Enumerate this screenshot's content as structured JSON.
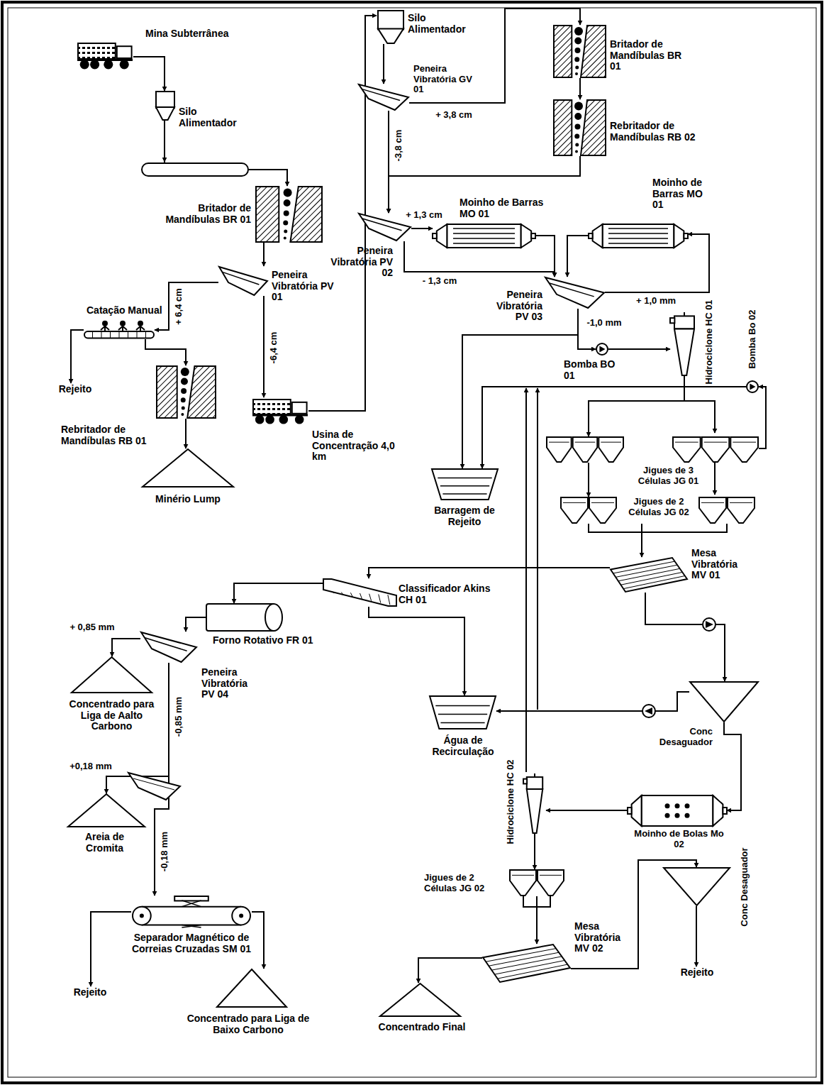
{
  "diagram": {
    "nodes": [
      {
        "text": [
          "Mina Subterrânea"
        ]
      },
      {
        "text": [
          "Silo Alimentador"
        ]
      },
      {
        "text": [
          "Britador de Mandíbulas BR 01"
        ]
      },
      {
        "text": [
          "Peneira Vibratória PV 01"
        ]
      },
      {
        "text": [
          "Catação Manual"
        ]
      },
      {
        "text": [
          "Rejeito"
        ]
      },
      {
        "text": [
          "Rebritador de Mandíbulas RB 01"
        ]
      },
      {
        "text": [
          "Minério Lump"
        ]
      },
      {
        "text": [
          "Usina de Concentração 4,0 km"
        ]
      },
      {
        "text": [
          "Silo Alimentador"
        ]
      },
      {
        "text": [
          "Peneira Vibratória GV 01"
        ]
      },
      {
        "text": [
          "Britador de Mandíbulas BR 01"
        ]
      },
      {
        "text": [
          "Rebritador de Mandíbulas RB 02"
        ]
      },
      {
        "text": [
          "Peneira Vibratória PV 02"
        ]
      },
      {
        "text": [
          "Moinho de Barras MO 01"
        ]
      },
      {
        "text": [
          "Moinho de Barras MO 01"
        ]
      },
      {
        "text": [
          "Peneira Vibratória PV 03"
        ]
      },
      {
        "text": [
          "Bomba BO 01"
        ]
      },
      {
        "text": [
          "Hidrociclone HC 01"
        ]
      },
      {
        "text": [
          "Bomba Bo 02"
        ]
      },
      {
        "text": [
          "Barragem de Rejeito"
        ]
      },
      {
        "text": [
          "Jigues de 3 Células JG 01"
        ]
      },
      {
        "text": [
          "Jigues de 2 Células JG 02"
        ]
      },
      {
        "text": [
          "Mesa Vibratória MV 01"
        ]
      },
      {
        "text": [
          "Classificador Akins CH 01"
        ]
      },
      {
        "text": [
          "Forno Rotativo FR 01"
        ]
      },
      {
        "text": [
          "Peneira Vibratória PV 04"
        ]
      },
      {
        "text": [
          "Concentrado para Liga de Aalto Carbono"
        ]
      },
      {
        "text": [
          "Areia de Cromita"
        ]
      },
      {
        "text": [
          "Separador Magnético de Correias Cruzadas SM 01"
        ]
      },
      {
        "text": [
          "Rejeito"
        ]
      },
      {
        "text": [
          "Concentrado para Liga de Baixo Carbono"
        ]
      },
      {
        "text": [
          "Conc Desaguador"
        ]
      },
      {
        "text": [
          "Água de Recirculação"
        ]
      },
      {
        "text": [
          "Moinho de Bolas Mo 02"
        ]
      },
      {
        "text": [
          "Hidrociclone HC 02"
        ]
      },
      {
        "text": [
          "Jigues de 2 Células JG 02"
        ]
      },
      {
        "text": [
          "Mesa Vibratória MV 02"
        ]
      },
      {
        "text": [
          "Concentrado Final"
        ]
      },
      {
        "text": [
          "Conc Desaguador"
        ]
      },
      {
        "text": [
          "Rejeito"
        ]
      }
    ],
    "edges": [
      {
        "from": 0,
        "to": 1,
        "arrow": "to"
      },
      {
        "from": 1,
        "to": 2,
        "arrow": "to"
      },
      {
        "from": 2,
        "to": 3,
        "arrow": "to"
      },
      {
        "from": 3,
        "to": 4,
        "label": "+ 6,4 cm",
        "arrow": "to"
      },
      {
        "from": 3,
        "to": 8,
        "label": "-6,4 cm",
        "arrow": "to"
      },
      {
        "from": 4,
        "to": 5,
        "arrow": "to"
      },
      {
        "from": 4,
        "to": 6,
        "arrow": "to"
      },
      {
        "from": 6,
        "to": 7,
        "arrow": "to"
      },
      {
        "from": 8,
        "to": 9,
        "arrow": "to"
      },
      {
        "from": 9,
        "to": 10,
        "arrow": "to"
      },
      {
        "from": 10,
        "to": 11,
        "label": "+ 3,8 cm",
        "arrow": "to"
      },
      {
        "from": 11,
        "to": 12,
        "arrow": "to"
      },
      {
        "from": 12,
        "to": 13,
        "arrow": "to"
      },
      {
        "from": 10,
        "to": 13,
        "label": "-3,8 cm",
        "arrow": "to"
      },
      {
        "from": 13,
        "to": 14,
        "label": "+ 1,3 cm",
        "arrow": "to"
      },
      {
        "from": 13,
        "to": 16,
        "label": "- 1,3 cm",
        "arrow": "to"
      },
      {
        "from": 14,
        "to": 16,
        "arrow": "to"
      },
      {
        "from": 16,
        "to": 15,
        "label": "+ 1,0 mm",
        "arrow": "to"
      },
      {
        "from": 15,
        "to": 16,
        "arrow": "to"
      },
      {
        "from": 16,
        "to": 17,
        "label": "-1,0 mm",
        "arrow": "to"
      },
      {
        "from": 16,
        "to": 20,
        "arrow": "to"
      },
      {
        "from": 17,
        "to": 18,
        "arrow": "to"
      },
      {
        "from": 18,
        "to": 21,
        "arrow": "to"
      },
      {
        "from": 21,
        "to": 19,
        "arrow": "to"
      },
      {
        "from": 19,
        "to": 20,
        "arrow": "to"
      },
      {
        "from": 21,
        "to": 22,
        "arrow": "to"
      },
      {
        "from": 22,
        "to": 23,
        "arrow": "to"
      },
      {
        "from": 23,
        "to": 32,
        "arrow": "to"
      },
      {
        "from": 23,
        "to": 24,
        "arrow": "to"
      },
      {
        "from": 24,
        "to": 25,
        "arrow": "to"
      },
      {
        "from": 25,
        "to": 26,
        "arrow": "to"
      },
      {
        "from": 26,
        "to": 27,
        "label": "+ 0,85 mm",
        "arrow": "to"
      },
      {
        "from": 26,
        "to": 28,
        "label": "+0,18 mm",
        "arrow": "to"
      },
      {
        "from": 26,
        "to": 29,
        "label": "-0,18 mm",
        "arrow": "to"
      },
      {
        "from": 29,
        "to": 30,
        "arrow": "to"
      },
      {
        "from": 29,
        "to": 31,
        "arrow": "to"
      },
      {
        "from": 32,
        "to": 33,
        "arrow": "to"
      },
      {
        "from": 32,
        "to": 34,
        "arrow": "to"
      },
      {
        "from": 34,
        "to": 35,
        "arrow": "to"
      },
      {
        "from": 35,
        "to": 36,
        "arrow": "to"
      },
      {
        "from": 36,
        "to": 37,
        "arrow": "to"
      },
      {
        "from": 37,
        "to": 38,
        "arrow": "to"
      },
      {
        "from": 37,
        "to": 39,
        "arrow": "to"
      },
      {
        "from": 39,
        "to": 40,
        "arrow": "to"
      },
      {
        "from": 24,
        "to": 33,
        "arrow": "to"
      }
    ],
    "labels": [
      "-0,85 mm"
    ]
  }
}
